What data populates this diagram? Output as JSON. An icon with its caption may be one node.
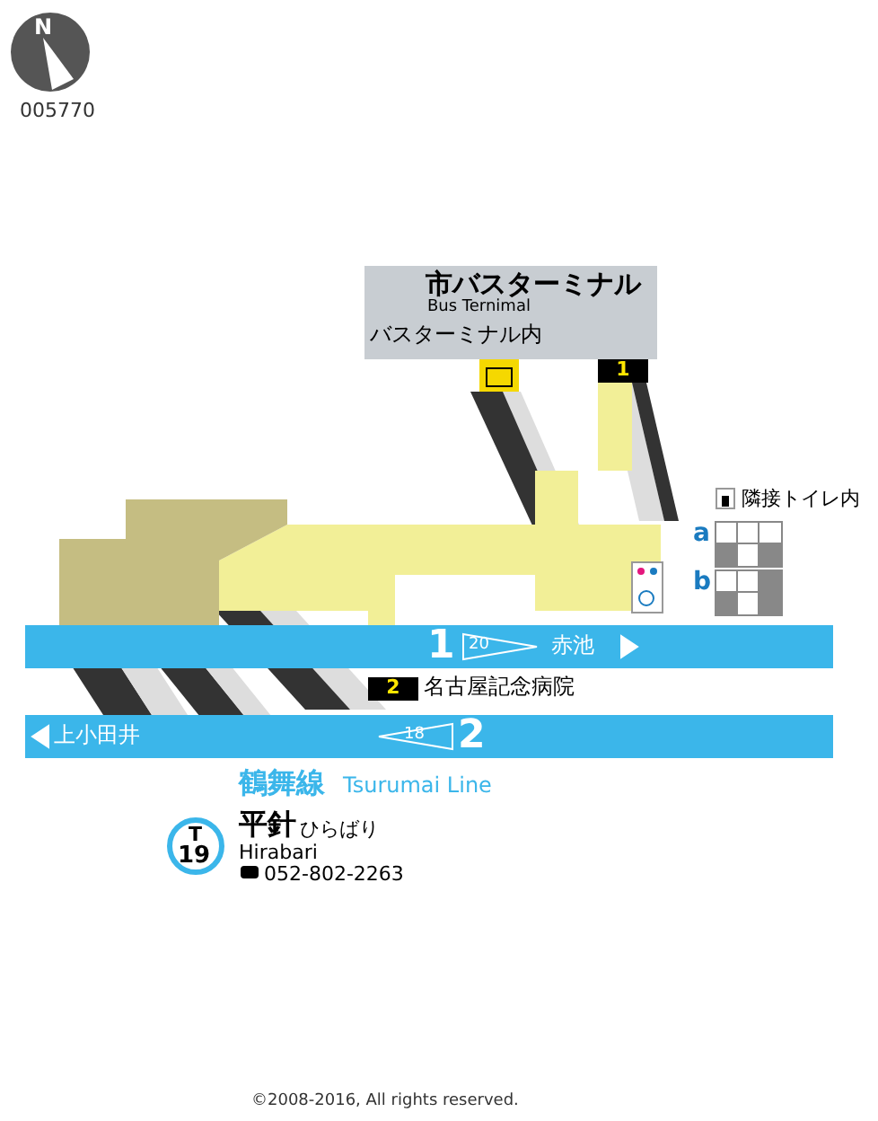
{
  "diagram": {
    "nodes": [
      {
        "text": [
          "市バスターミナル",
          "Bus Ternimal",
          "バスターミナル内"
        ]
      },
      {
        "text": [
          "1",
          "20",
          "赤池"
        ]
      },
      {
        "text": [
          "上小田井",
          "18",
          "2"
        ]
      },
      {
        "text": [
          "T",
          "19"
        ]
      }
    ],
    "labels": [
      "N",
      "005770",
      "1",
      "2",
      "名古屋記念病院",
      "隣接トイレ内",
      "a",
      "b",
      "鶴舞線",
      "Tsurumai Line",
      "平針",
      "ひらばり",
      "Hirabari",
      "052-802-2263",
      "©2008-2016, All rights reserved."
    ]
  }
}
